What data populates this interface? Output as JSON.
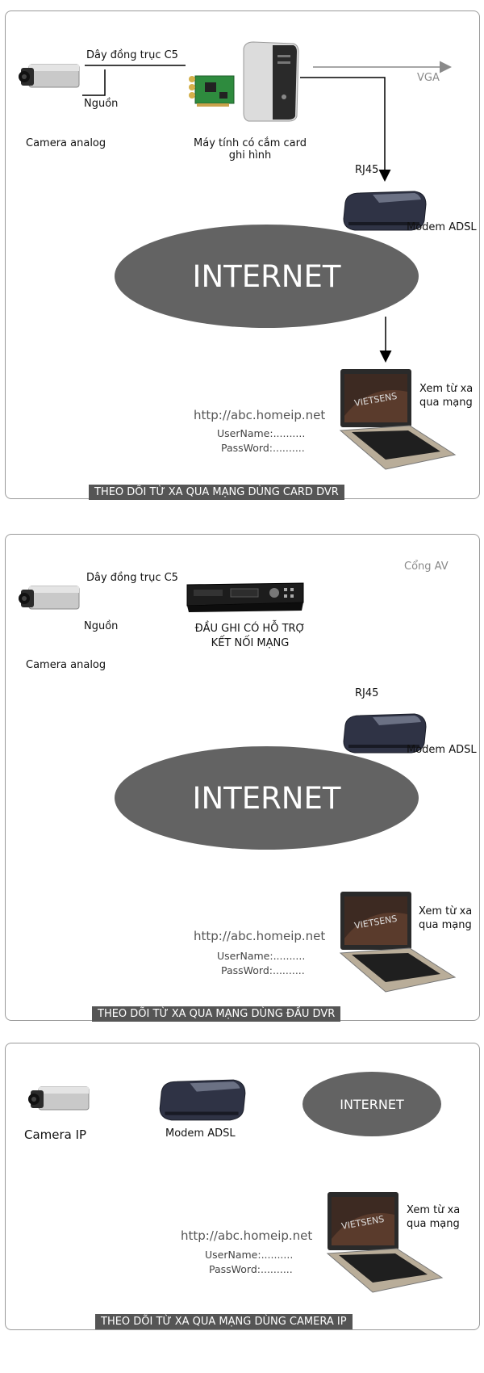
{
  "panel1": {
    "cable_label": "Dây đồng trục C5",
    "power_label": "Nguồn",
    "camera_label": "Camera analog",
    "pc_label_line1": "Máy tính có cắm card",
    "pc_label_line2": "ghi hình",
    "vga_label": "VGA",
    "rj45_label": "RJ45",
    "modem_label": "Modem ADSL",
    "internet_label": "INTERNET",
    "view_label_line1": "Xem từ xa",
    "view_label_line2": "qua mạng",
    "url": "http://abc.homeip.net",
    "username": "UserName:..........",
    "password": "PassWord:..........",
    "caption": "THEO DÕI TỪ XA QUA MẠNG DÙNG CARD DVR",
    "laptop_brand": "VIETSENS"
  },
  "panel2": {
    "cable_label": "Dây đồng trục C5",
    "power_label": "Nguồn",
    "camera_label": "Camera analog",
    "dvr_label_line1": "ĐẦU GHI CÓ HỖ TRỢ",
    "dvr_label_line2": "KẾT NỐI MẠNG",
    "av_label": "Cổng AV",
    "rj45_label": "RJ45",
    "modem_label": "Modem ADSL",
    "internet_label": "INTERNET",
    "view_label_line1": "Xem từ xa",
    "view_label_line2": "qua mạng",
    "url": "http://abc.homeip.net",
    "username": "UserName:..........",
    "password": "PassWord:..........",
    "caption": "THEO DÕI TỪ XA QUA MẠNG DÙNG ĐẦU DVR",
    "laptop_brand": "VIETSENS"
  },
  "panel3": {
    "camera_label": "Camera IP",
    "modem_label": "Modem ADSL",
    "internet_label": "INTERNET",
    "view_label_line1": "Xem từ xa",
    "view_label_line2": "qua mạng",
    "url": "http://abc.homeip.net",
    "username": "UserName:..........",
    "password": "PassWord:..........",
    "caption": "THEO DÕI TỪ XA QUA MẠNG DÙNG CAMERA IP",
    "laptop_brand": "VIETSENS"
  },
  "colors": {
    "internet": "#636363",
    "caption_bg": "#555555",
    "arrow_gray": "#8a8a8a",
    "line": "#000000"
  }
}
